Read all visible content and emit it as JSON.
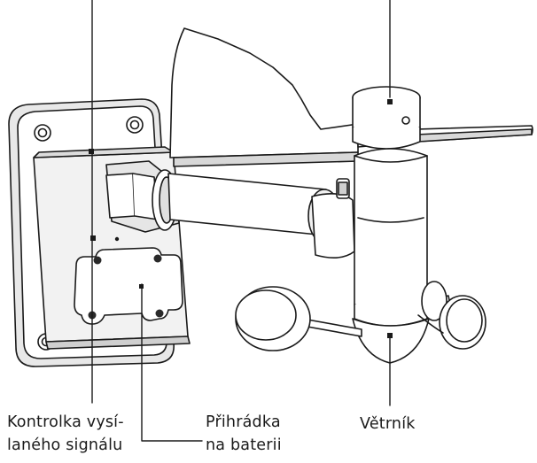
{
  "labels": {
    "transmitter_led": [
      "Kontrolka vysí-",
      "laného signálu"
    ],
    "battery_compartment": [
      "Přihrádka",
      "na baterii"
    ],
    "wind_vane": [
      "Větrník"
    ]
  },
  "colors": {
    "line": "#1a1a1a",
    "fill": "#ffffff",
    "shade": "#d9d9d9",
    "dark": "#2a2a2a"
  }
}
